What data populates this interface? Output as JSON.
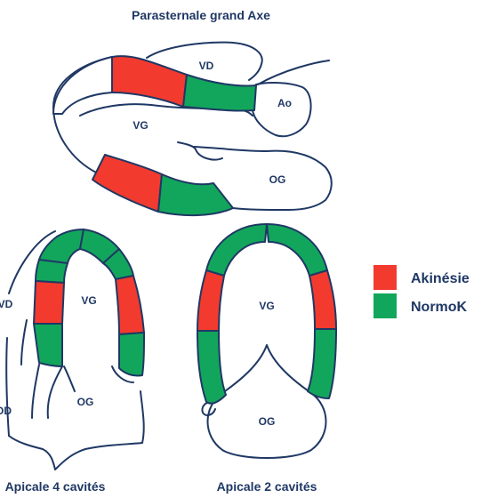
{
  "colors": {
    "akinesie": "#f23a2f",
    "normok": "#12a65c",
    "outline": "#1f3864"
  },
  "views": {
    "plax": {
      "title": "Parasternale grand Axe",
      "labels": {
        "vd": "VD",
        "ao": "Ao",
        "vg": "VG",
        "og": "OG"
      }
    },
    "a4c": {
      "title": "Apicale 4 cavités",
      "labels": {
        "vd": "VD",
        "vg": "VG",
        "od": "OD",
        "og": "OG"
      }
    },
    "a2c": {
      "title": "Apicale 2 cavités",
      "labels": {
        "vg": "VG",
        "og": "OG"
      }
    }
  },
  "legend": {
    "items": [
      {
        "label": "Akinésie",
        "color": "#f23a2f"
      },
      {
        "label": "NormoK",
        "color": "#12a65c"
      }
    ]
  }
}
